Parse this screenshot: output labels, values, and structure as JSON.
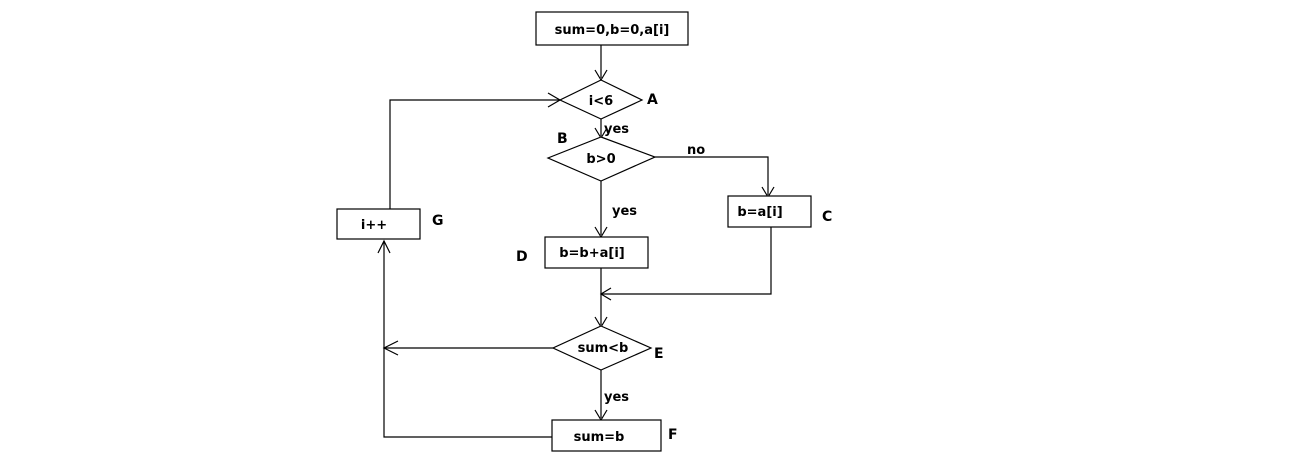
{
  "nodes": {
    "init": "sum=0,b=0,a[i]",
    "cond_i": "i<6",
    "cond_b": "b>0",
    "assign_c": "b=a[i]",
    "add_d": "b=b+a[i]",
    "cond_sum": "sum<b",
    "assign_f": "sum=b",
    "inc_g": "i++"
  },
  "tags": {
    "A": "A",
    "B": "B",
    "C": "C",
    "D": "D",
    "E": "E",
    "F": "F",
    "G": "G"
  },
  "edge_labels": {
    "i_yes": "yes",
    "b_no": "no",
    "b_yes": "yes",
    "sum_yes": "yes"
  }
}
